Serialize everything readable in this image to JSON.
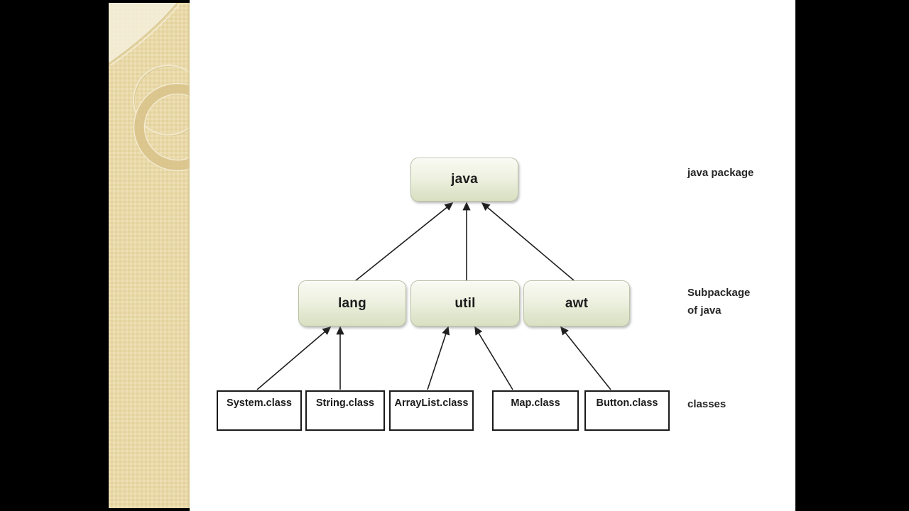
{
  "frame": {
    "background": "#000000",
    "slide_background": "#ffffff",
    "sidebar_color": "#e9d9a9"
  },
  "diagram": {
    "root": {
      "label": "java"
    },
    "subpackages": [
      {
        "label": "lang"
      },
      {
        "label": "util"
      },
      {
        "label": "awt"
      }
    ],
    "classes": [
      {
        "label": "System.class"
      },
      {
        "label": "String.class"
      },
      {
        "label": "ArrayList.class"
      },
      {
        "label": "Map.class"
      },
      {
        "label": "Button.class"
      }
    ],
    "annotations": {
      "root": "java package",
      "subpackages": "Subpackage of java",
      "classes": "classes"
    },
    "edges": [
      {
        "from": "lang",
        "to": "java"
      },
      {
        "from": "util",
        "to": "java"
      },
      {
        "from": "awt",
        "to": "java"
      },
      {
        "from": "System.class",
        "to": "lang"
      },
      {
        "from": "String.class",
        "to": "lang"
      },
      {
        "from": "ArrayList.class",
        "to": "util"
      },
      {
        "from": "Map.class",
        "to": "util"
      },
      {
        "from": "Button.class",
        "to": "awt"
      }
    ],
    "colors": {
      "package_fill_top": "#f9faf3",
      "package_fill_bottom": "#d9e0c2",
      "package_border": "#b9c0a4",
      "class_fill": "#ffffff",
      "class_border": "#1a1a1a",
      "arrow": "#1f1f1f",
      "text": "#1c1c1c"
    }
  }
}
